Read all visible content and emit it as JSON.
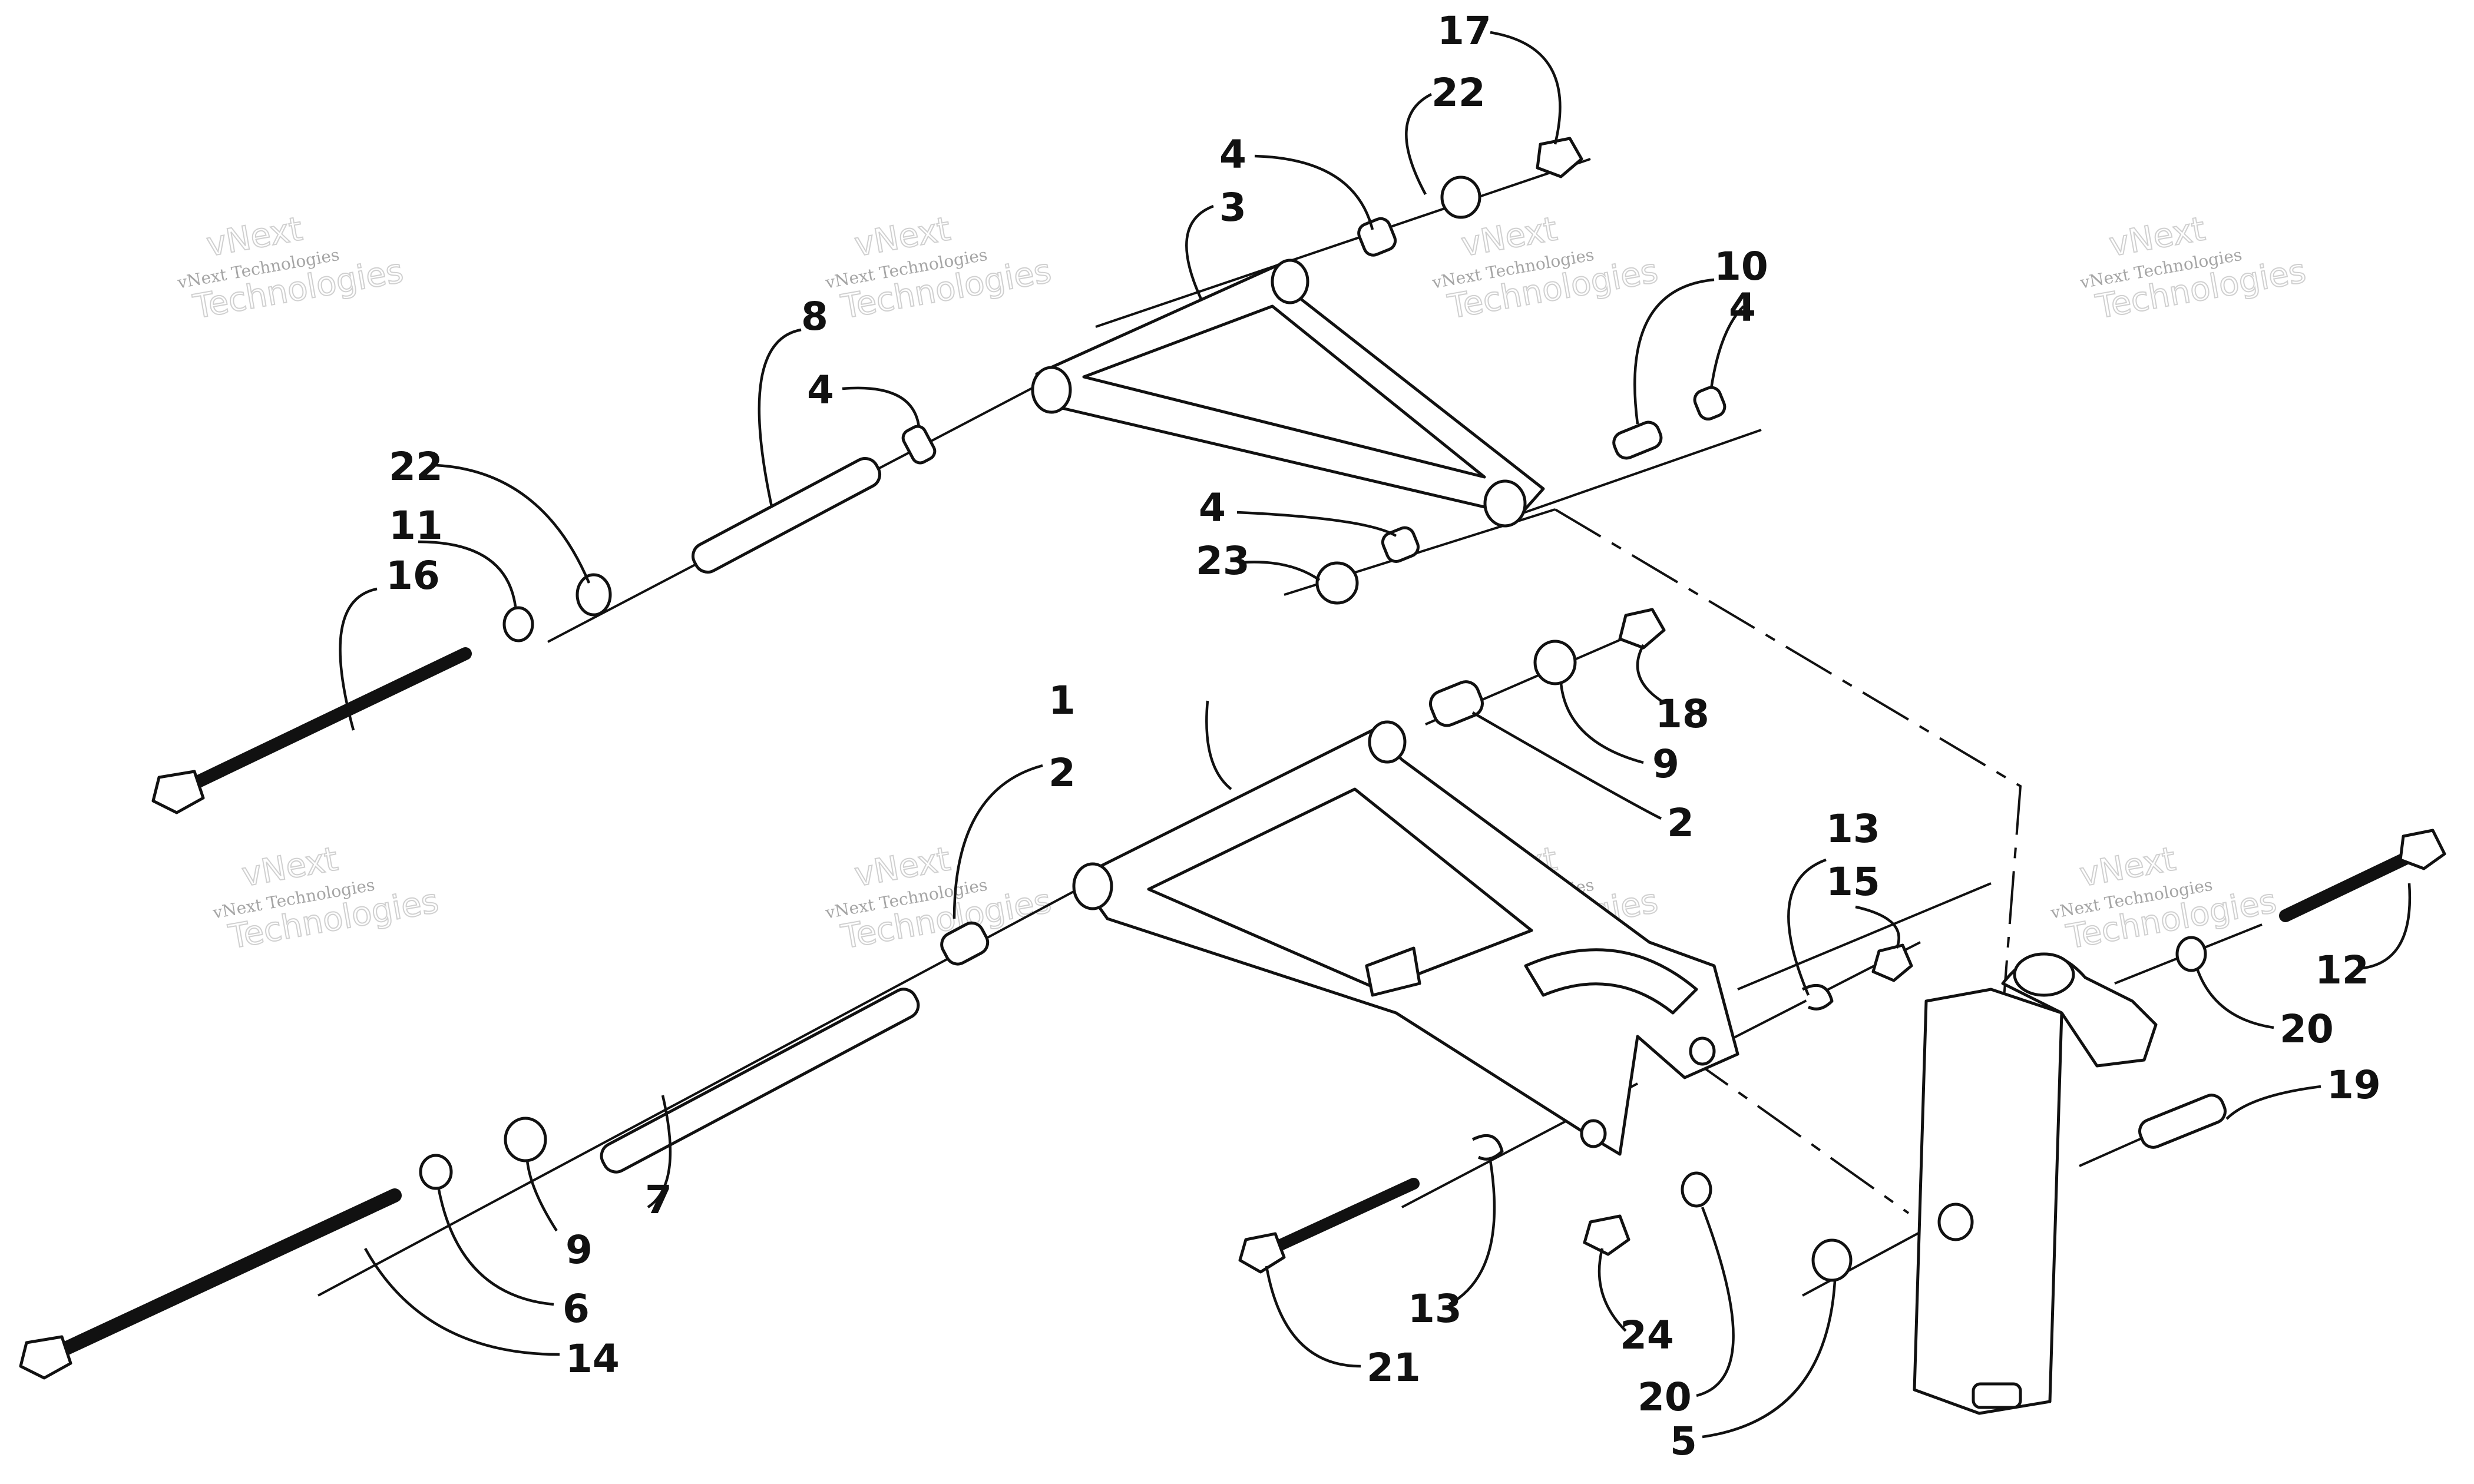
{
  "watermark": {
    "company": "vNext Technologies",
    "word1": "vNext",
    "word2": "Technologies"
  },
  "callouts": [
    {
      "id": "c1",
      "label": "1"
    },
    {
      "id": "c2a",
      "label": "2"
    },
    {
      "id": "c2b",
      "label": "2"
    },
    {
      "id": "c3",
      "label": "3"
    },
    {
      "id": "c4a",
      "label": "4"
    },
    {
      "id": "c4b",
      "label": "4"
    },
    {
      "id": "c4c",
      "label": "4"
    },
    {
      "id": "c4d",
      "label": "4"
    },
    {
      "id": "c5",
      "label": "5"
    },
    {
      "id": "c6",
      "label": "6"
    },
    {
      "id": "c7",
      "label": "7"
    },
    {
      "id": "c8",
      "label": "8"
    },
    {
      "id": "c9a",
      "label": "9"
    },
    {
      "id": "c9b",
      "label": "9"
    },
    {
      "id": "c10",
      "label": "10"
    },
    {
      "id": "c11",
      "label": "11"
    },
    {
      "id": "c12",
      "label": "12"
    },
    {
      "id": "c13a",
      "label": "13"
    },
    {
      "id": "c13b",
      "label": "13"
    },
    {
      "id": "c14",
      "label": "14"
    },
    {
      "id": "c15",
      "label": "15"
    },
    {
      "id": "c16",
      "label": "16"
    },
    {
      "id": "c17",
      "label": "17"
    },
    {
      "id": "c18",
      "label": "18"
    },
    {
      "id": "c19",
      "label": "19"
    },
    {
      "id": "c20a",
      "label": "20"
    },
    {
      "id": "c20b",
      "label": "20"
    },
    {
      "id": "c21",
      "label": "21"
    },
    {
      "id": "c22a",
      "label": "22"
    },
    {
      "id": "c22b",
      "label": "22"
    },
    {
      "id": "c23",
      "label": "23"
    },
    {
      "id": "c24",
      "label": "24"
    }
  ]
}
